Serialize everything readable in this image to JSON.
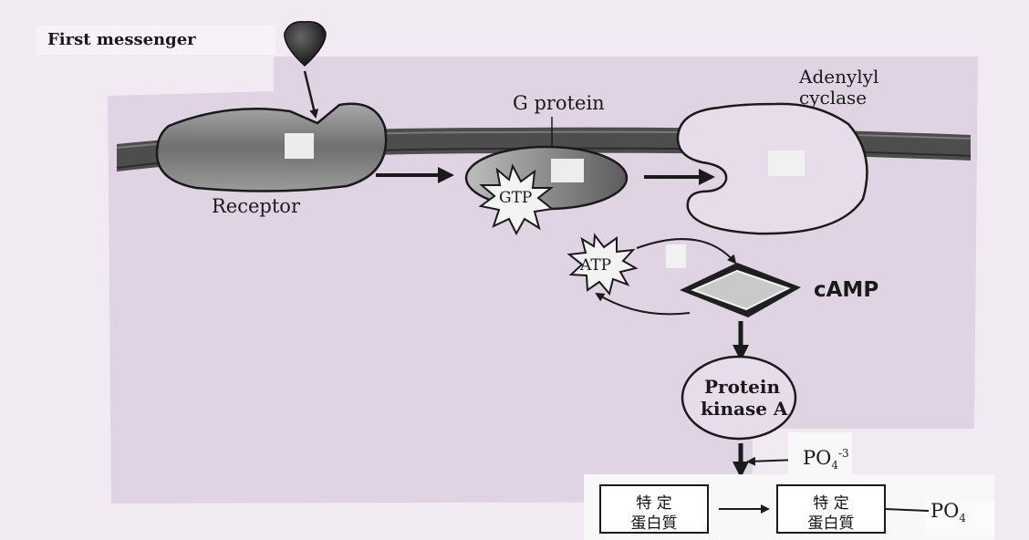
{
  "labels": {
    "first_messenger": "First messenger",
    "g_protein": "G protein",
    "adenylyl_cyclase_line1": "Adenylyl",
    "adenylyl_cyclase_line2": "cyclase",
    "receptor": "Receptor",
    "gtp": "GTP",
    "atp": "ATP",
    "camp": "cAMP",
    "pka_line1": "Protein",
    "pka_line2": "kinase A",
    "phosphate_in": "PO",
    "phosphate_in_sub": "4",
    "phosphate_in_sup": "-3",
    "specific_protein_line1": "特 定",
    "specific_protein_line2": "蛋白質",
    "phosphate_out": "PO",
    "phosphate_out_sub": "4"
  },
  "colors": {
    "background": "#f1eaf2",
    "cell_area": "#e2d7e6",
    "membrane": "#4a4a4a",
    "protein_fill": "#8b8b8b",
    "ink": "#1a1a1a"
  }
}
